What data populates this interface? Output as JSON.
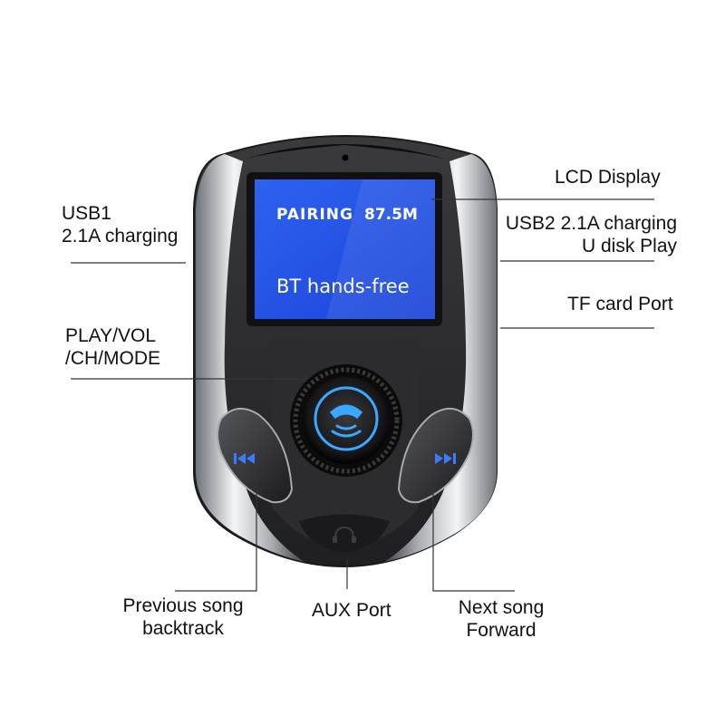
{
  "labels": {
    "lcd_display": "LCD Display",
    "usb1_line1": "USB1",
    "usb1_line2": "2.1A charging",
    "usb2_line1": "USB2 2.1A charging",
    "usb2_line2": "U disk Play",
    "tf_card": "TF card Port",
    "play_line1": "PLAY/VOL",
    "play_line2": "/CH/MODE",
    "prev_line1": "Previous song",
    "prev_line2": "backtrack",
    "aux": "AUX Port",
    "next_line1": "Next song",
    "next_line2": "Forward"
  },
  "screen": {
    "status": "PAIRING",
    "frequency": "87.5M",
    "mode": "BT hands-free"
  },
  "icons": {
    "center_button": "phone-icon",
    "left_button": "previous-track-icon",
    "right_button": "next-track-icon",
    "aux_port": "headphone-jack-icon"
  },
  "colors": {
    "screen_blue": "#2255ee",
    "button_glow": "#3aa8ff",
    "body_dark": "#2b2b2d",
    "chrome": "#c9ccd0"
  }
}
